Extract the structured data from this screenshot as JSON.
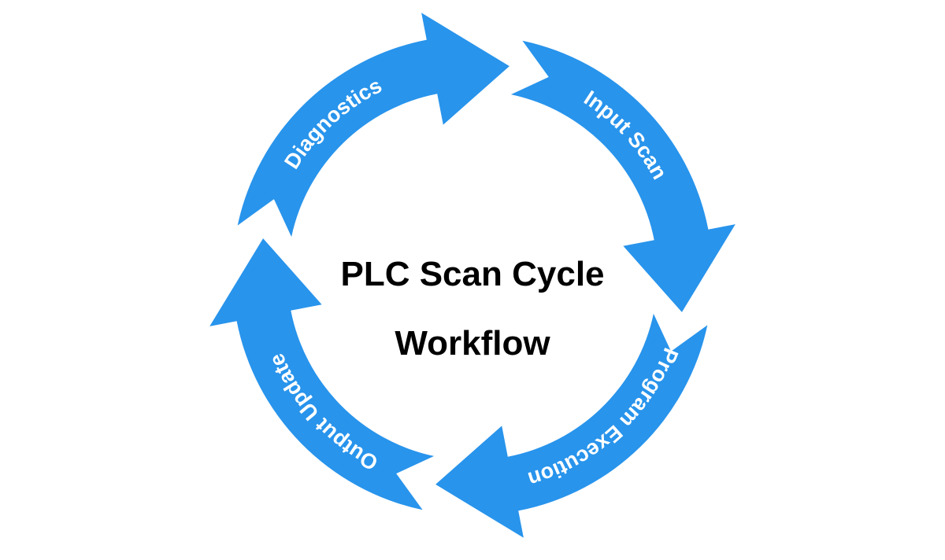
{
  "title": {
    "line1": "PLC Scan Cycle",
    "line2": "Workflow"
  },
  "colors": {
    "arrow": "#2894ec",
    "label": "#ffffff",
    "title": "#000000"
  },
  "steps": [
    {
      "label": "Diagnostics"
    },
    {
      "label": "Input Scan"
    },
    {
      "label": "Program Execution"
    },
    {
      "label": "Output Update"
    }
  ]
}
